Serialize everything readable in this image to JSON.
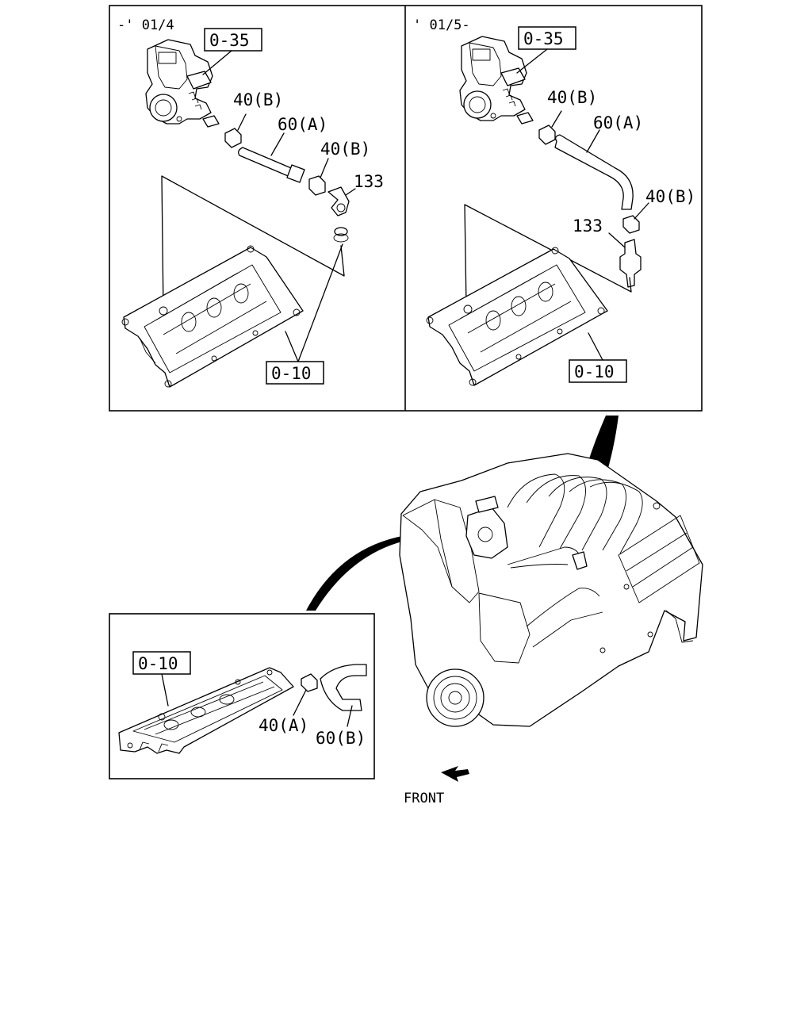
{
  "panels": {
    "left": {
      "period": "-' 01/4",
      "callouts": {
        "ref_throttle": "0-35",
        "clip_upper": "40(B)",
        "hose": "60(A)",
        "clip_lower": "40(B)",
        "valve": "133",
        "ref_cover": "0-10"
      }
    },
    "right": {
      "period": "' 01/5-",
      "callouts": {
        "ref_throttle": "0-35",
        "clip_upper": "40(B)",
        "hose": "60(A)",
        "clip_lower": "40(B)",
        "valve": "133",
        "ref_cover": "0-10"
      }
    },
    "inset": {
      "callouts": {
        "ref_cover": "0-10",
        "clip": "40(A)",
        "hose": "60(B)"
      }
    }
  },
  "direction_label": "FRONT"
}
